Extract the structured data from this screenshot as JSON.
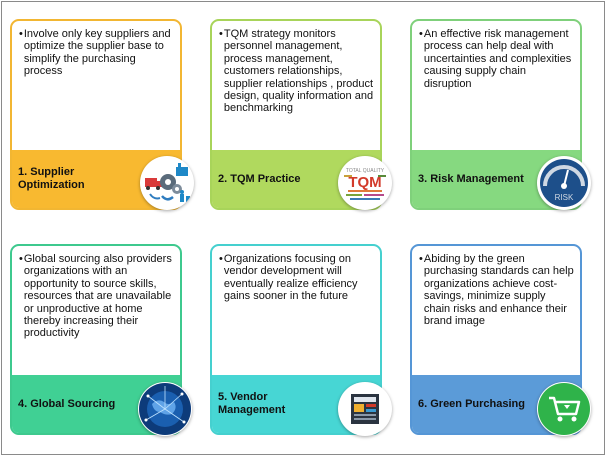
{
  "cards": [
    {
      "text": "Involve only key suppliers and optimize the supplier base to simplify the purchasing process",
      "title": "1. Supplier Optimization",
      "border": "#f2b632",
      "band": "#f8b930",
      "icon": "supply-chain-icon"
    },
    {
      "text": "TQM strategy monitors personnel management, process management, customers relationships, supplier relationships , product design, quality information and benchmarking",
      "title": "2. TQM Practice",
      "border": "#a8d45a",
      "band": "#b0d95e",
      "icon": "tqm-word-cloud-icon",
      "icon_text": "TQM",
      "icon_text_2": "TOTAL QUALITY"
    },
    {
      "text": "An effective risk management process can help deal with uncertainties and complexities causing supply chain disruption",
      "title": "3. Risk Management",
      "border": "#7fd07b",
      "band": "#86d980",
      "icon": "risk-gauge-icon",
      "icon_text": "RISK"
    },
    {
      "text": "Global sourcing also providers organizations with an opportunity to source skills, resources that are unavailable or unproductive at home thereby increasing their productivity",
      "title": "4. Global Sourcing",
      "border": "#3ec98e",
      "band": "#40d094",
      "icon": "globe-network-icon"
    },
    {
      "text": "Organizations focusing on vendor development will eventually realize efficiency gains sooner in the future",
      "title": "5. Vendor Management",
      "border": "#45d0cf",
      "band": "#47d6d4",
      "icon": "dashboard-report-icon"
    },
    {
      "text": "Abiding by the green purchasing standards can help organizations achieve cost-savings, minimize supply chain risks and enhance their brand image",
      "title": "6. Green Purchasing",
      "border": "#5596d6",
      "band": "#5b9bd8",
      "icon": "green-cart-icon"
    }
  ],
  "bullet_char": "•",
  "colors": {
    "text": "#111111",
    "frame": "#8a8a8a",
    "icon_green": "#2fb34a",
    "icon_blue_dark": "#1d4f8a"
  }
}
